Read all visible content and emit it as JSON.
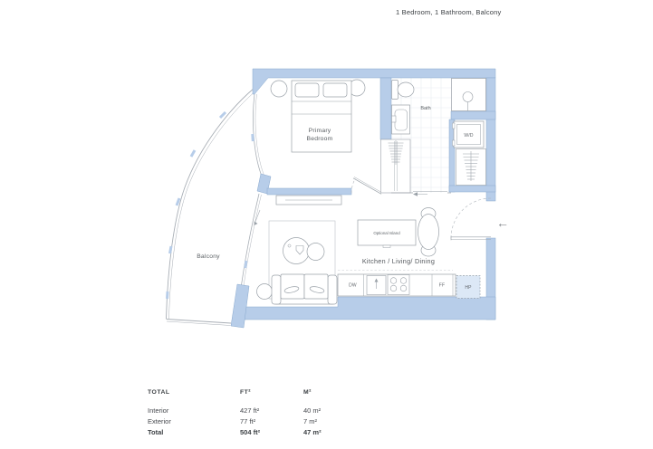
{
  "header": {
    "title": "1 Bedroom, 1 Bathroom, Balcony"
  },
  "floor_plan": {
    "rooms": {
      "primary_bedroom_lines": [
        "Primary",
        "Bedroom"
      ],
      "bath": "Bath",
      "balcony": "Balcony",
      "kitchen_living_dining": "Kitchen / Living/ Dining"
    },
    "labels": {
      "optional_island": "Optional Island",
      "washer_dryer": "W/D",
      "dishwasher": "DW",
      "fridge": "FF",
      "heat_pump": "HP"
    },
    "entry_arrow": "←",
    "colors": {
      "wall_fill": "#b7cde9",
      "wall_stroke": "#89a9ce",
      "furniture_line": "#9aa1a8",
      "tile_line": "#e8ecf1",
      "hp_fill": "#dce8f6",
      "label_text": "#5c6165"
    }
  },
  "area_table": {
    "headers": {
      "col1": "TOTAL",
      "col2": "FT²",
      "col3": "M²"
    },
    "rows": [
      {
        "label": "Interior",
        "ft": "427 ft²",
        "m": "40 m²"
      },
      {
        "label": "Exterior",
        "ft": "77 ft²",
        "m": "7 m²"
      },
      {
        "label": "Total",
        "ft": "504 ft²",
        "m": "47 m²"
      }
    ]
  }
}
